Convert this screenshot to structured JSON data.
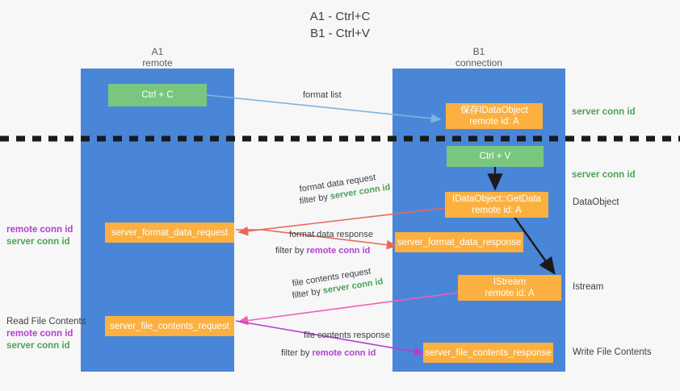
{
  "title": "A1 - Ctrl+C\nB1 - Ctrl+V",
  "lanes": {
    "left": {
      "name": "A1",
      "subtitle": "remote",
      "header": "A1\nremote"
    },
    "right": {
      "name": "B1",
      "subtitle": "connection",
      "header": "B1\nconnection"
    }
  },
  "nodes": {
    "ctrl_c": "Ctrl + C",
    "save_idataobject": "保存IDataObject\nremote id: A",
    "ctrl_v": "Ctrl + V",
    "getdata": "IDataObject::GetData\nremote id: A",
    "istream": "IStream\nremote id: A",
    "server_format_data_request": "server_format_data_request",
    "server_format_data_response": "server_format_data_response",
    "server_file_contents_request": "server_file_contents_request",
    "server_file_contents_response": "server_file_contents_response"
  },
  "edge_labels": {
    "format_list": "format list",
    "format_data_request": "format data request",
    "format_data_request_filter_prefix": "filter by ",
    "format_data_request_filter_value": "server conn id",
    "format_data_response": "format data response",
    "format_data_response_filter_prefix": "filter by ",
    "format_data_response_filter_value": "remote conn id",
    "file_contents_request": "file contents request",
    "file_contents_request_filter_prefix": "filter by ",
    "file_contents_request_filter_value": "server conn id",
    "file_contents_response": "file contents response",
    "file_contents_response_filter_prefix": "filter by ",
    "file_contents_response_filter_value": "remote conn id"
  },
  "annotations": {
    "server_conn_id_top": "server conn id",
    "server_conn_id_second": "server conn id",
    "data_object": "DataObject",
    "istream_label": "Istream",
    "write_file_contents": "Write File Contents",
    "read_file_contents": "Read File Contents",
    "left_conn_remote": "remote conn id",
    "left_conn_server": "server conn id",
    "left_conn_remote_2": "remote conn id",
    "left_conn_server_2": "server conn id"
  },
  "colors": {
    "lane": "#4a86d8",
    "green_node": "#79c67f",
    "orange_node": "#fbb040",
    "green_text": "#4aa357",
    "purple_text": "#b43fd0",
    "divider": "#1a1a1a",
    "background": "#f7f7f7",
    "arrow_blue": "#7fb3e0",
    "arrow_red": "#e8685a",
    "arrow_pink": "#f05fb5",
    "arrow_purple": "#b43fd0",
    "arrow_black": "#1a1a1a"
  }
}
